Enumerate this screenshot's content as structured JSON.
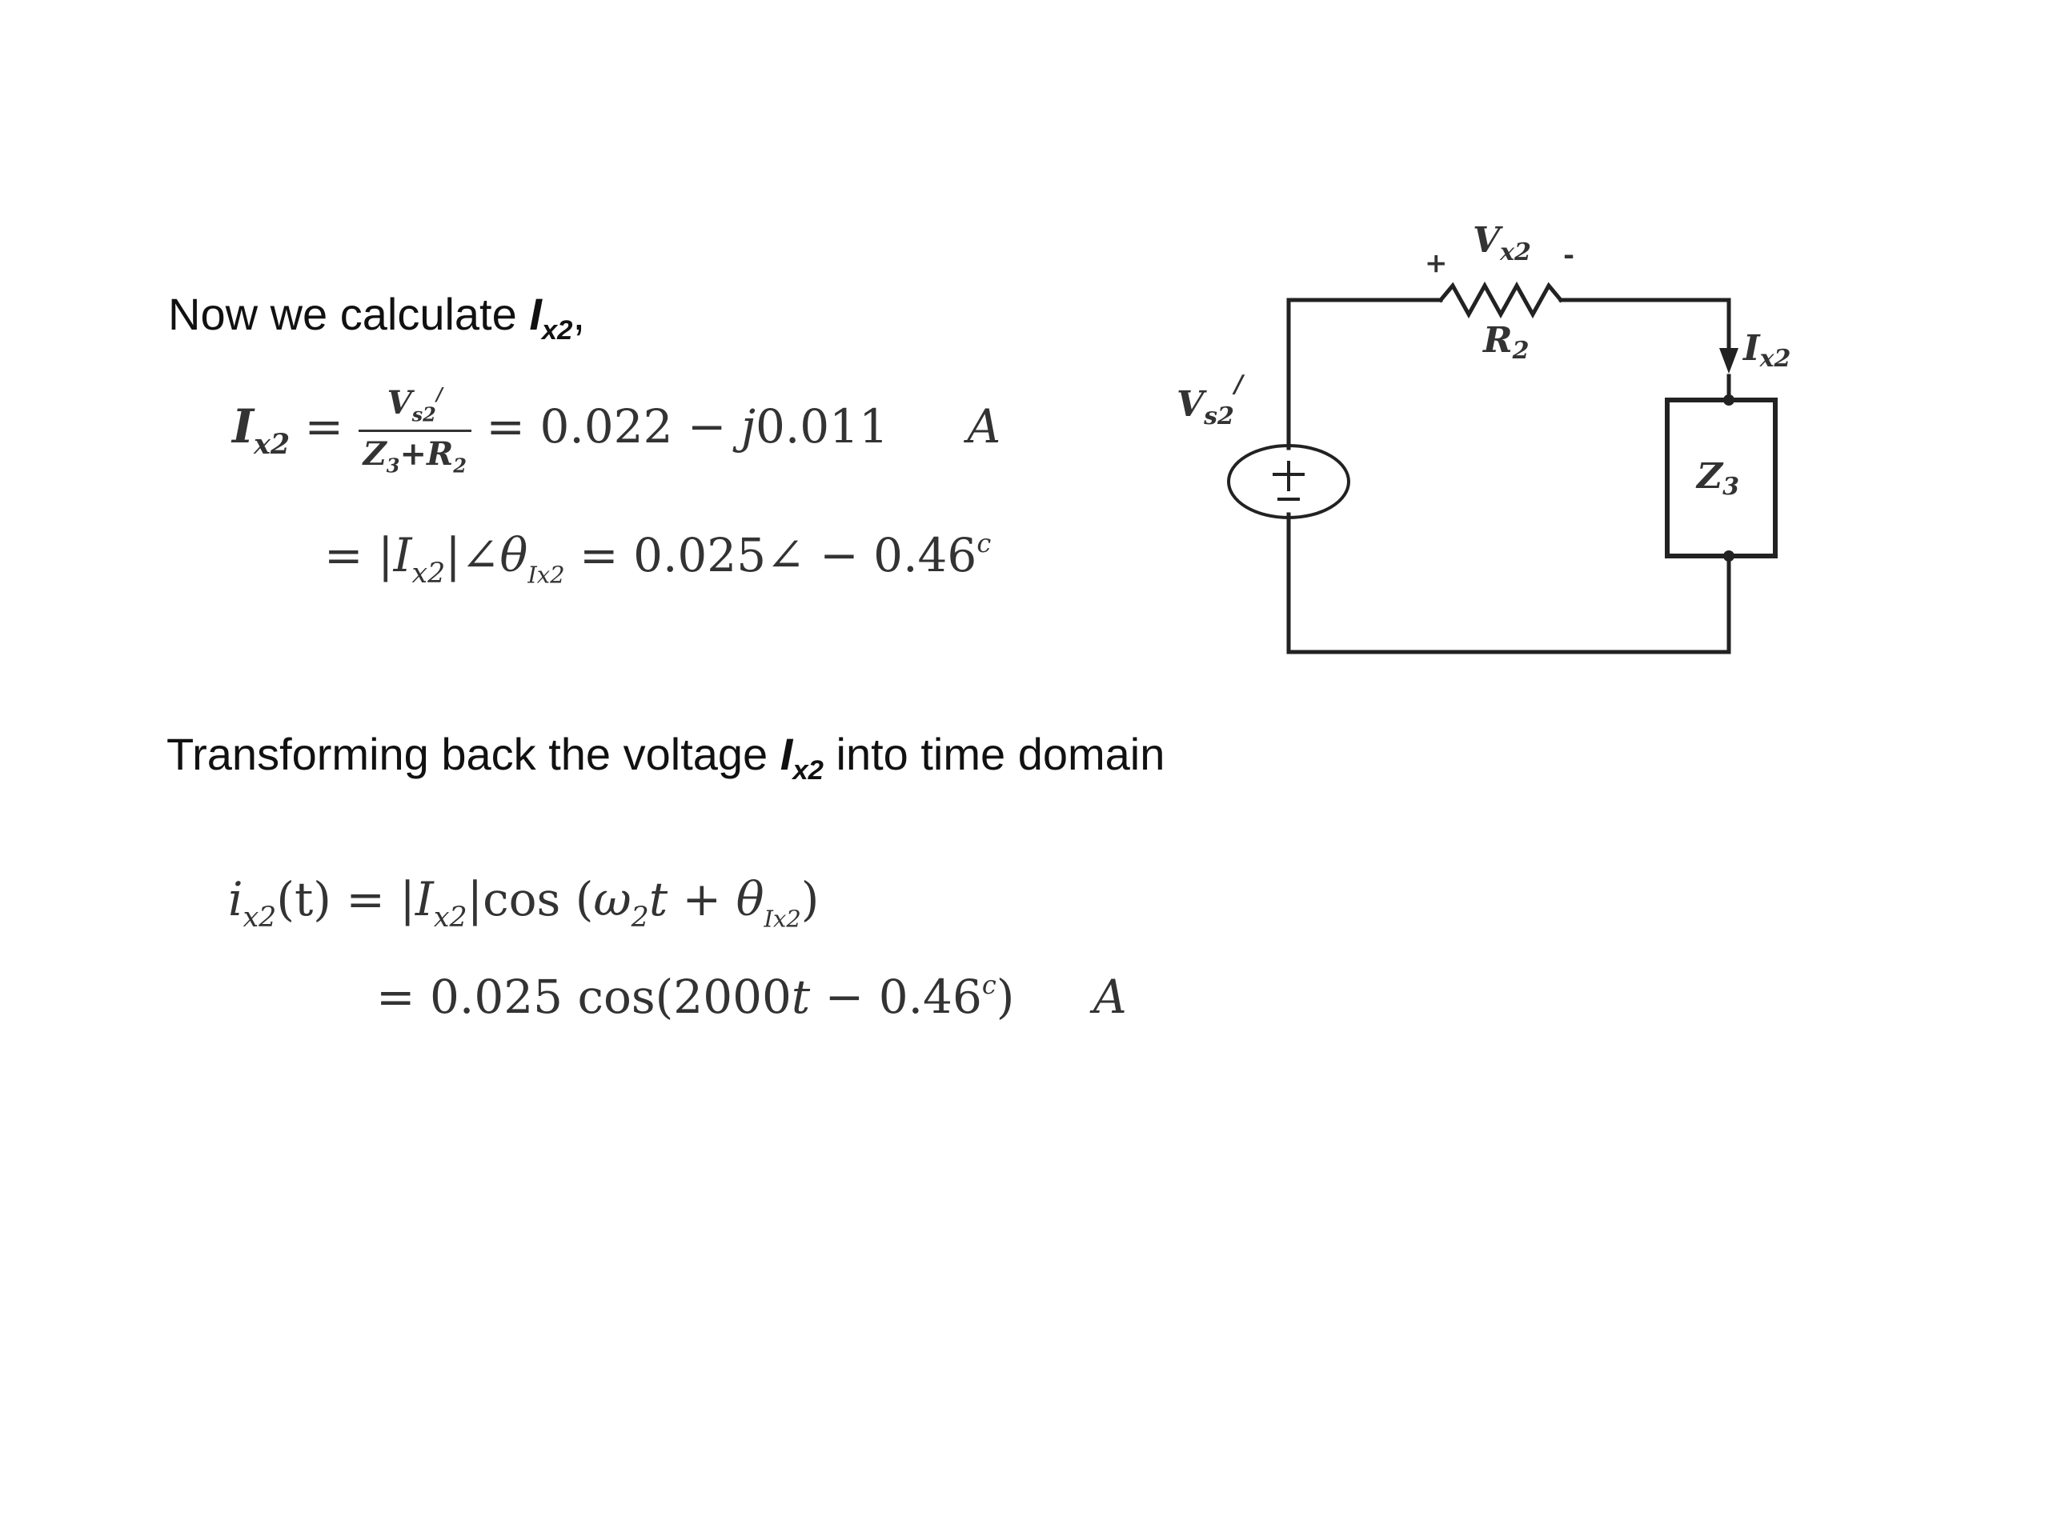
{
  "intro": {
    "text": "Now we calculate ",
    "var": "I",
    "var_sub": "x2",
    "suffix": ","
  },
  "eq1": {
    "lhs": "I",
    "lhs_sub": "x2",
    "eq": "=",
    "num": "V",
    "num_sub": "s2",
    "num_prime": "/",
    "den_z": "Z",
    "den_z_sub": "3",
    "den_plus": "+",
    "den_r": "R",
    "den_r_sub": "2",
    "result": "= 0.022 − ",
    "result_j": "j",
    "result_tail": "0.011",
    "unit": "A"
  },
  "eq2": {
    "eq": "= |",
    "var": "I",
    "var_sub": "x2",
    "angle_part": "|∠",
    "theta": "θ",
    "theta_sub": "Ix2",
    "result": " = 0.025∠ − 0.46",
    "sup": "c"
  },
  "transform": {
    "text": "Transforming back the voltage ",
    "var": "I",
    "var_sub": "x2",
    "tail": " into time domain"
  },
  "eq3": {
    "lhs": "i",
    "lhs_sub": "x2",
    "lhs_arg": "(t) = |",
    "var": "I",
    "var_sub": "x2",
    "cos_part": "|cos (",
    "omega": "ω",
    "omega_sub": "2",
    "t_part": "t + ",
    "theta": "θ",
    "theta_sub": "Ix2",
    "close": ")"
  },
  "eq4": {
    "text": "= 0.025 cos(2000",
    "t": "t",
    "minus": " − 0.46",
    "sup": "c",
    "close": ")",
    "unit": "A"
  },
  "circuit": {
    "vx_plus": "+",
    "vx": "V",
    "vx_sub": "x2",
    "vx_minus": "-",
    "r": "R",
    "r_sub": "2",
    "ix": "I",
    "ix_sub": "x2",
    "vs": "V",
    "vs_sub": "s2",
    "vs_prime": "/",
    "z": "Z",
    "z_sub": "3",
    "source_plus": "+",
    "source_minus": "−"
  }
}
